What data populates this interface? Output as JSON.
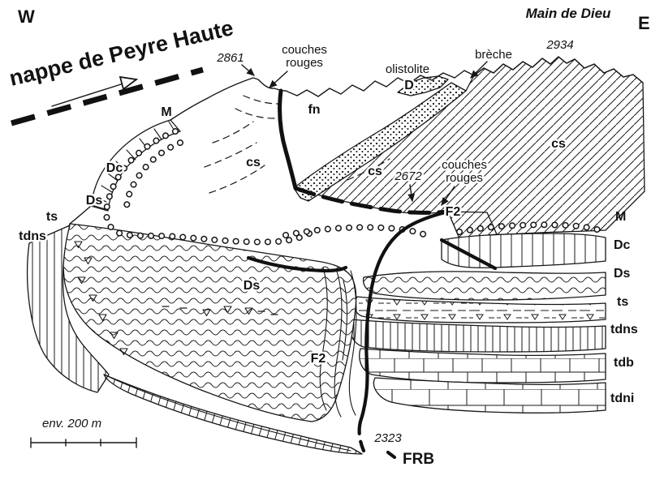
{
  "figure": {
    "orientation_left": "W",
    "orientation_right": "E",
    "nappe_label": "nappe de Peyre Haute",
    "peak_name": "Main de Dieu",
    "peak_elevation": "2934",
    "elevation_2861": "2861",
    "elevation_2672": "2672",
    "elevation_2323": "2323",
    "scale_label": "env. 200 m",
    "fault_f2": "F2",
    "fault_frb": "FRB"
  },
  "annotations": {
    "couches": "couches",
    "rouges": "rouges",
    "olistolite": "olistolite",
    "olistolite_block": "D",
    "breche": "brèche",
    "fn": "fn",
    "cs": "cs"
  },
  "units": {
    "M": "M",
    "Dc": "Dc",
    "Ds": "Ds",
    "ts": "ts",
    "tdns": "tdns",
    "tdb": "tdb",
    "tdni": "tdni"
  }
}
